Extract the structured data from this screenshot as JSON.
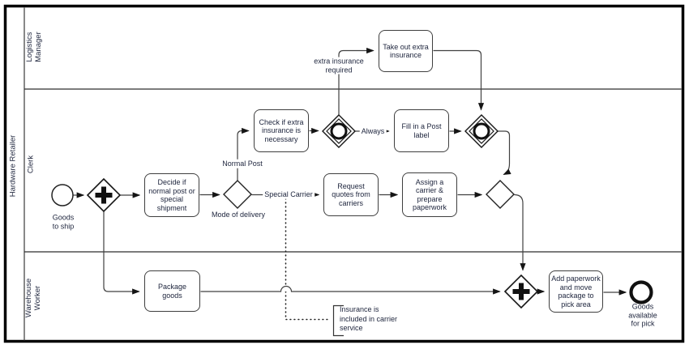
{
  "pool": {
    "label": "Hardware Retailer"
  },
  "lanes": [
    {
      "label": "Logistics\nManager"
    },
    {
      "label": "Clerk"
    },
    {
      "label": "Warehouse\nWorker"
    }
  ],
  "events": {
    "start_label": "Goods\nto ship",
    "end_label": "Goods available\nfor pick"
  },
  "tasks": {
    "decide": "Decide if\nnormal post or\nspecial\nshipment",
    "check_insurance": "Check if extra\ninsurance is\nnecessary",
    "take_out_insurance": "Take out extra\ninsurance",
    "fill_post_label": "Fill in a Post\nlabel",
    "request_quotes": "Request\nquotes from\ncarriers",
    "assign_carrier": "Assign a\ncarrier &\nprepare\npaperwork",
    "package_goods": "Package\ngoods",
    "add_paperwork": "Add paperwork\nand move\npackage to\npick area"
  },
  "edge_labels": {
    "normal_post": "Normal Post",
    "special_carrier": "Special Carrier",
    "always": "Always",
    "extra_insurance_required": "extra insurance\nrequired",
    "mode_of_delivery": "Mode of delivery"
  },
  "annotation": {
    "text": "Insurance is\nincluded in carrier\nservice"
  },
  "colors": {
    "stroke": "#404040",
    "frame": "#000000",
    "text": "#20273f"
  }
}
